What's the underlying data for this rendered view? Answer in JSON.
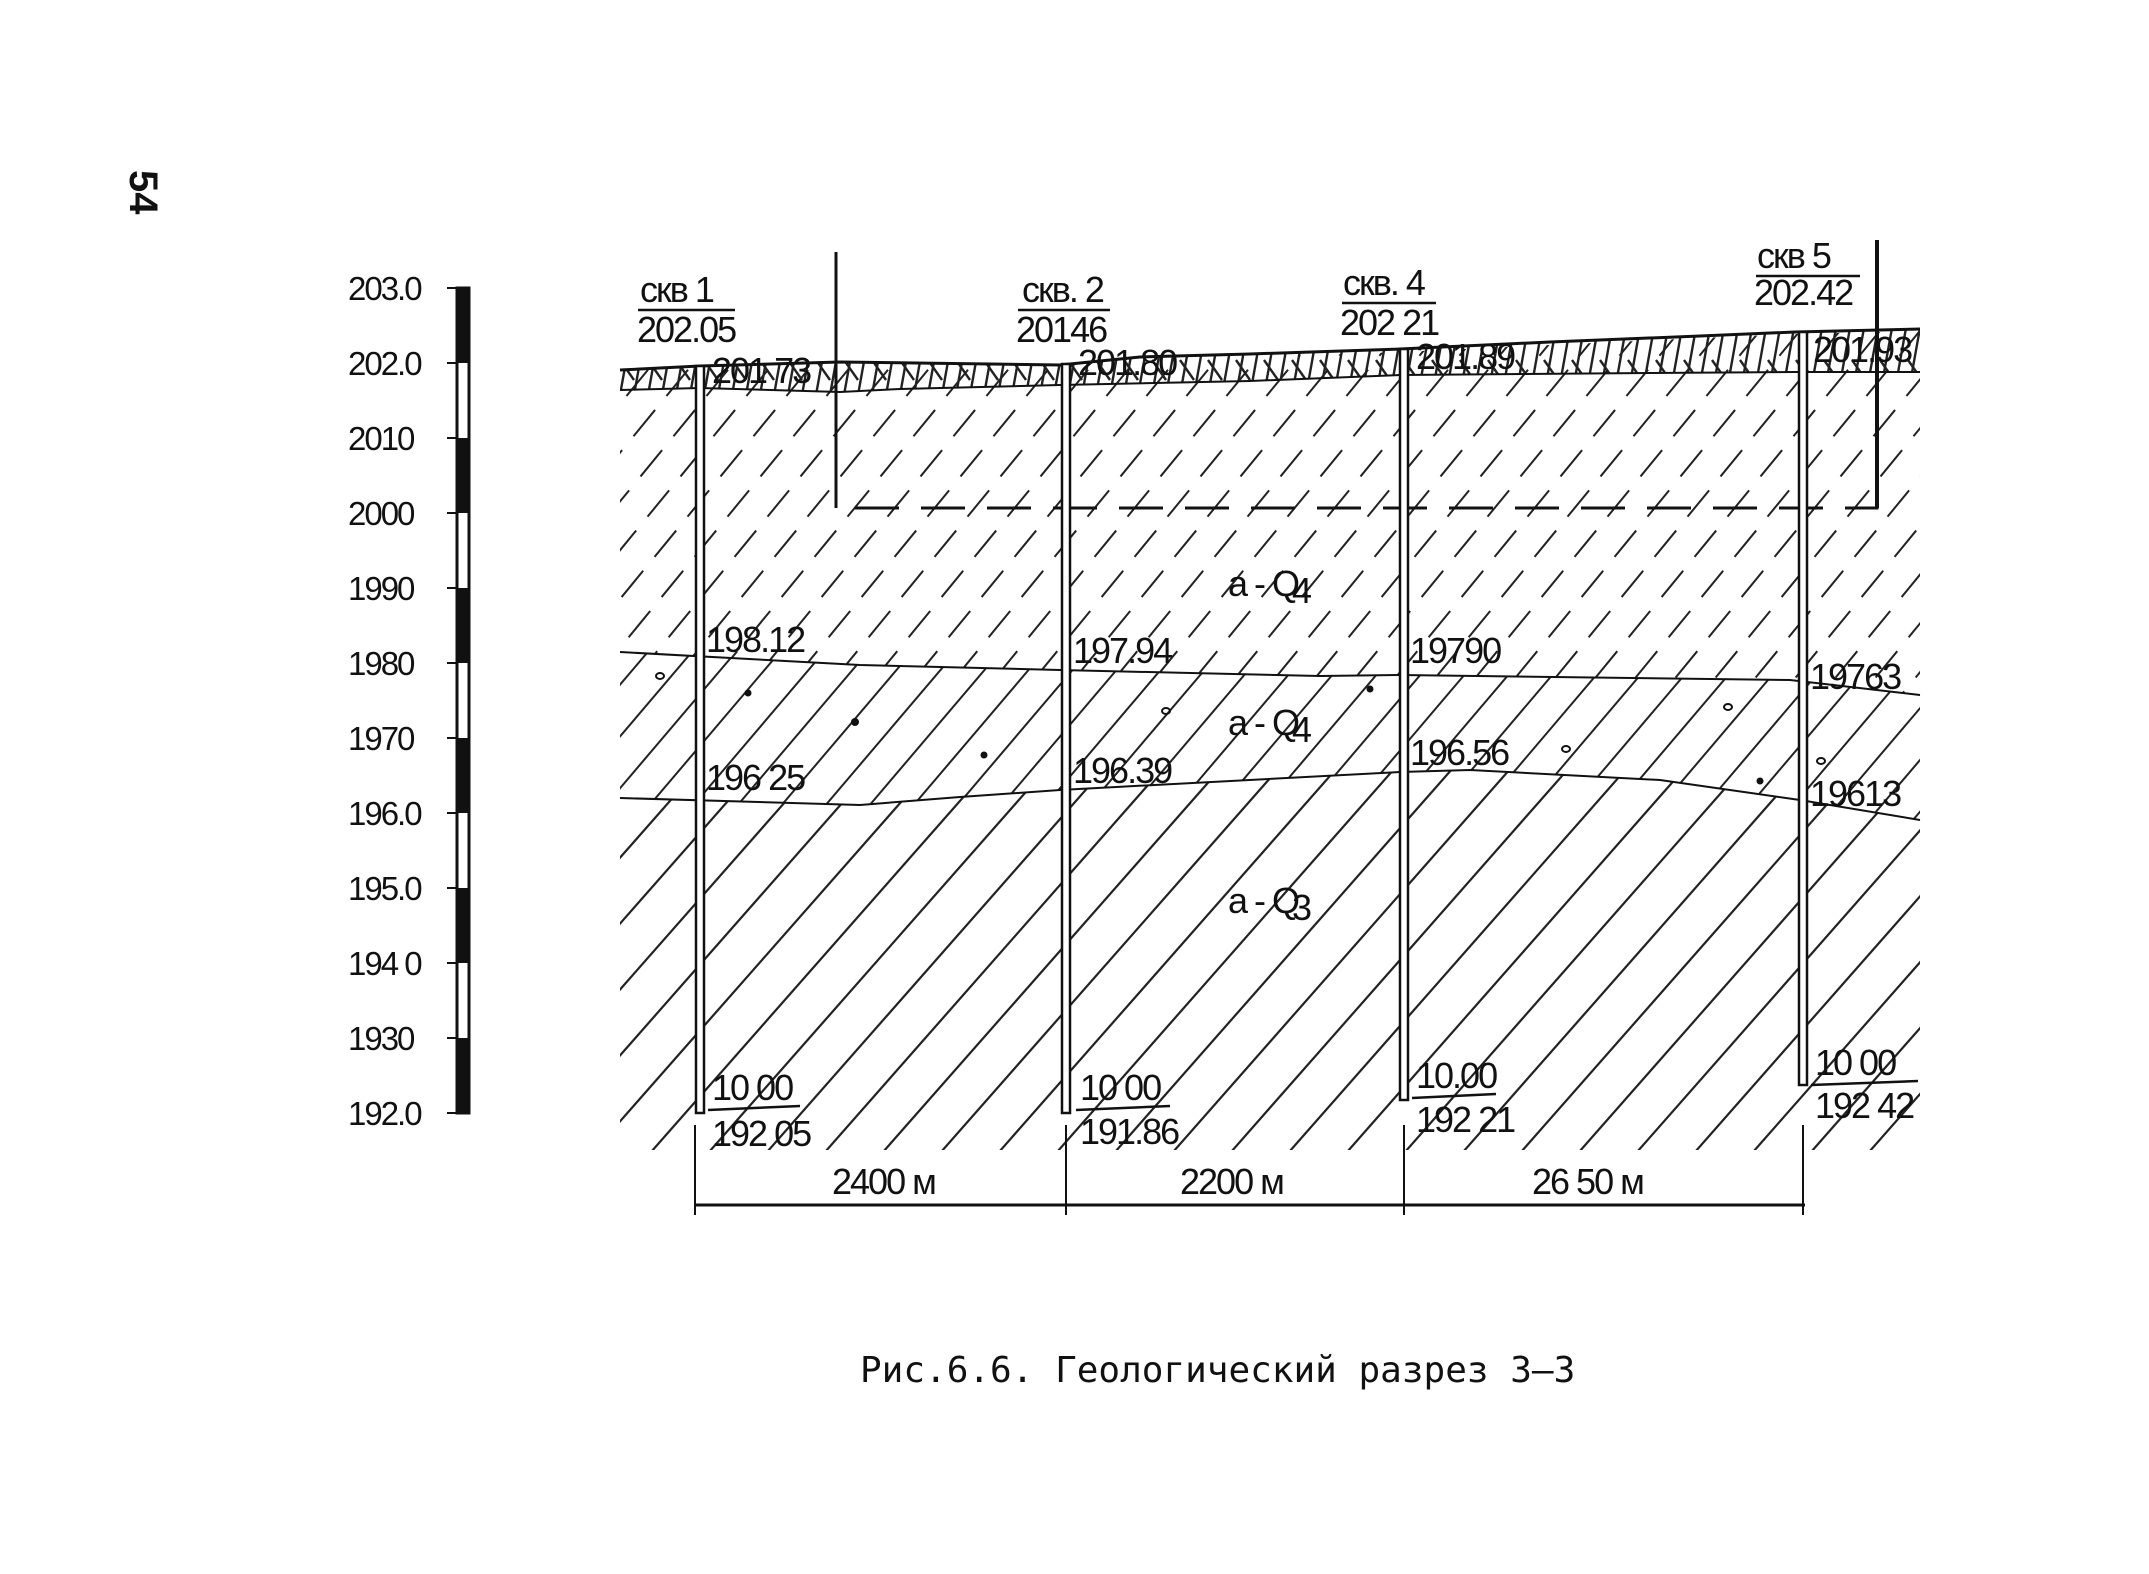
{
  "page_number": "54",
  "caption": "Рис.6.6. Геологический разрез 3–3",
  "elevation_scale": {
    "labels": [
      "203.0",
      "202.0",
      "2010",
      "2000",
      "1990",
      "1980",
      "1970",
      "196.0",
      "195.0",
      "194 0",
      "1930",
      "192.0"
    ]
  },
  "boreholes": [
    {
      "name": "скв 1",
      "top_elevation": "202.05",
      "ground_mark": "201 73",
      "contact_1": "198.12",
      "contact_2": "196 25",
      "depth": "10 00",
      "bottom_elevation": "192 05"
    },
    {
      "name": "скв. 2",
      "top_elevation": "20146",
      "ground_mark": "201.80",
      "contact_1": "197.94",
      "contact_2": "196.39",
      "depth": "10 00",
      "bottom_elevation": "191.86"
    },
    {
      "name": "скв. 4",
      "top_elevation": "202 21",
      "ground_mark": "201.89",
      "contact_1": "19790",
      "contact_2": "196.56",
      "depth": "10.00",
      "bottom_elevation": "192 21"
    },
    {
      "name": "скв 5",
      "top_elevation": "202.42",
      "ground_mark": "201.93",
      "contact_1": "19763",
      "contact_2": "19613",
      "depth": "10 00",
      "bottom_elevation": "192 42"
    }
  ],
  "layers": [
    {
      "label": "a - Q",
      "index": "4"
    },
    {
      "label": "a - Q",
      "index": "4"
    },
    {
      "label": "a - Q",
      "index": "3"
    }
  ],
  "distances": [
    "2400 м",
    "2200 м",
    "26 50 м"
  ]
}
